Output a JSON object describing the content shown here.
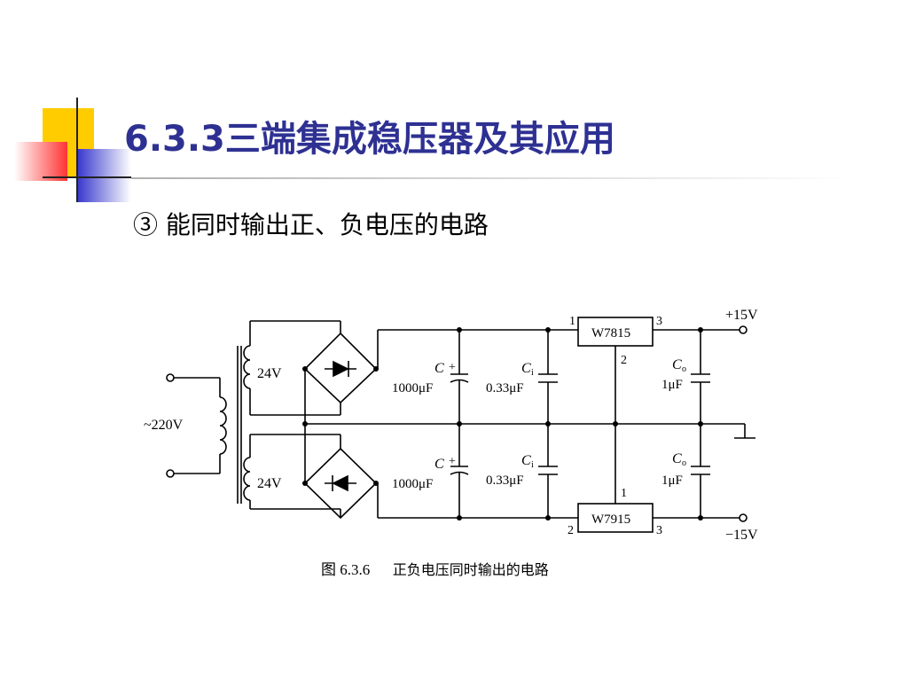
{
  "slide": {
    "title": "6.3.3三端集成稳压器及其应用",
    "subtitle": "③ 能同时输出正、负电压的电路",
    "colors": {
      "title": "#2e3192",
      "accent_yellow": "#ffcc00",
      "accent_red": "#ff3333",
      "accent_blue": "#3333cc"
    }
  },
  "circuit": {
    "input_label": "~220V",
    "upper_secondary": "24V",
    "lower_secondary": "24V",
    "cap_c_upper": {
      "name": "C",
      "polarity": "+",
      "value": "1000μF"
    },
    "cap_ci_upper": {
      "name": "C",
      "sub": "i",
      "value": "0.33μF"
    },
    "cap_co_upper": {
      "name": "C",
      "sub": "o",
      "value": "1μF"
    },
    "cap_c_lower": {
      "name": "C",
      "polarity": "+",
      "value": "1000μF"
    },
    "cap_ci_lower": {
      "name": "C",
      "sub": "i",
      "value": "0.33μF"
    },
    "cap_co_lower": {
      "name": "C",
      "sub": "o",
      "value": "1μF"
    },
    "reg_pos": {
      "name": "W7815",
      "pin_in": "1",
      "pin_gnd": "2",
      "pin_out": "3"
    },
    "reg_neg": {
      "name": "W7915",
      "pin_gnd": "1",
      "pin_in": "2",
      "pin_out": "3"
    },
    "out_pos": "+15V",
    "out_neg": "−15V",
    "caption_num": "图 6.3.6",
    "caption_text": "正负电压同时输出的电路"
  }
}
